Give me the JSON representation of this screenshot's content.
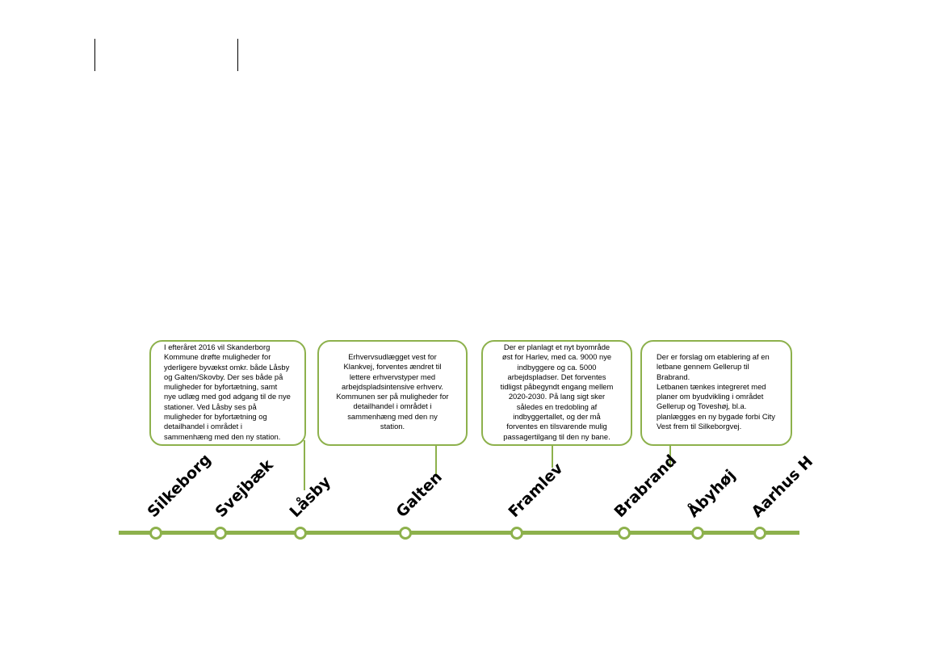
{
  "colors": {
    "line": "#8db14c",
    "text": "#000000",
    "background": "#ffffff"
  },
  "callouts": [
    {
      "id": "laasby",
      "text": "I efteråret 2016 vil Skanderborg\nKommune drøfte muligheder for\nyderligere byvækst omkr. både Låsby\nog Galten/Skovby. Der ses både på\nmuligheder for byfortætning, samt\nnye udlæg med god adgang til de nye\nstationer. Ved Låsby ses på\nmuligheder for byfortætning og\ndetailhandel i området i\nsammenhæng med den ny station."
    },
    {
      "id": "galten",
      "text": "Erhvervsudlægget vest for\nKlankvej, forventes ændret til\nlettere erhvervstyper med\narbejdspladsintensive erhverv.\nKommunen ser på muligheder for\ndetailhandel i området i\nsammenhæng med den ny\nstation."
    },
    {
      "id": "framlev",
      "text": "Der er planlagt et nyt byområde\nøst for Harlev, med ca. 9000 nye\nindbyggere og ca. 5000\narbejdspladser. Det forventes\ntidligst påbegyndt engang mellem\n2020-2030. På lang sigt sker\nsåledes en tredobling af\nindbyggertallet, og der må\nforventes en tilsvarende mulig\npassagertilgang til den ny bane."
    },
    {
      "id": "brabrand",
      "text": "Der er forslag om etablering af en\nletbane gennem Gellerup til\nBrabrand.\nLetbanen tænkes integreret med\nplaner om byudvikling i området\nGellerup og Toveshøj, bl.a.\nplanlægges en ny bygade forbi City\nVest frem til Silkeborgvej."
    }
  ],
  "stations": [
    {
      "name": "Silkeborg"
    },
    {
      "name": "Svejbæk"
    },
    {
      "name": "Låsby"
    },
    {
      "name": "Galten"
    },
    {
      "name": "Framlev"
    },
    {
      "name": "Brabrand"
    },
    {
      "name": "Åbyhøj"
    },
    {
      "name": "Aarhus H"
    }
  ]
}
